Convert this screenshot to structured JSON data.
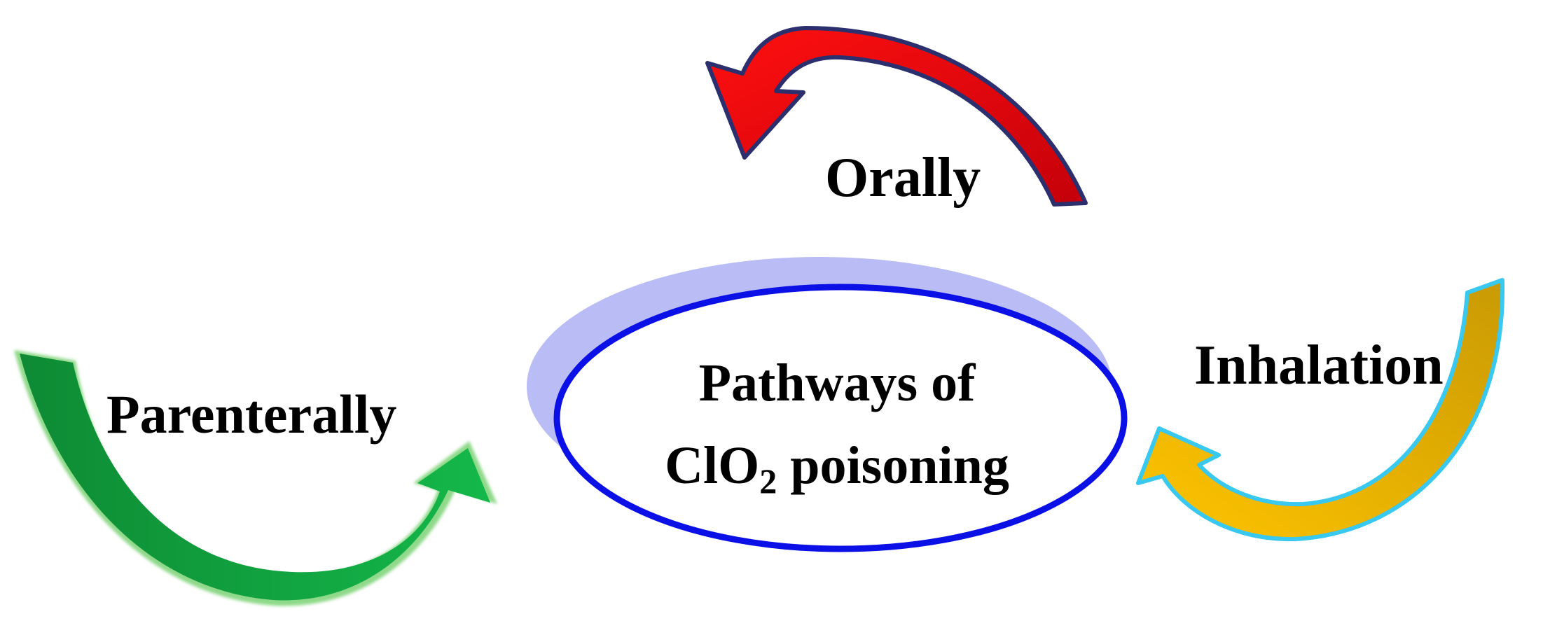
{
  "center": {
    "line1": "Pathways of",
    "line2_prefix": "ClO",
    "line2_subscript": "2",
    "line2_suffix": " poisoning",
    "ring_color": "#0a10e6",
    "shadow_color": "#b9bcf5"
  },
  "routes": [
    {
      "id": "orally",
      "label": "Orally",
      "color": "#e8000c",
      "dark": "#b8000a",
      "edge": "#2b2f6e"
    },
    {
      "id": "parenterally",
      "label": "Parenterally",
      "color": "#12a840",
      "dark": "#0e8a34",
      "edge": "#7fd67a"
    },
    {
      "id": "inhalation",
      "label": "Inhalation",
      "color": "#f2b705",
      "dark": "#c99a04",
      "edge": "#38c8f0"
    }
  ]
}
